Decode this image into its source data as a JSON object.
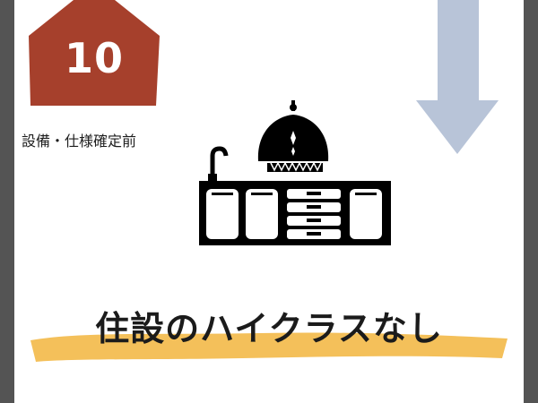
{
  "badge": {
    "number": "10",
    "color": "#a6402c",
    "icon": "house-icon"
  },
  "caption": "設備・仕様確定前",
  "headline": "住設のハイクラスなし",
  "colors": {
    "frame": "#545454",
    "arrow": "#b8c4d8",
    "highlight": "#f4c05a",
    "text": "#1b1b1b"
  },
  "icons": {
    "arrow": "arrow-down-icon",
    "kitchen": "kitchen-counter-icon",
    "range_hood": "range-hood-icon",
    "faucet": "faucet-icon"
  }
}
